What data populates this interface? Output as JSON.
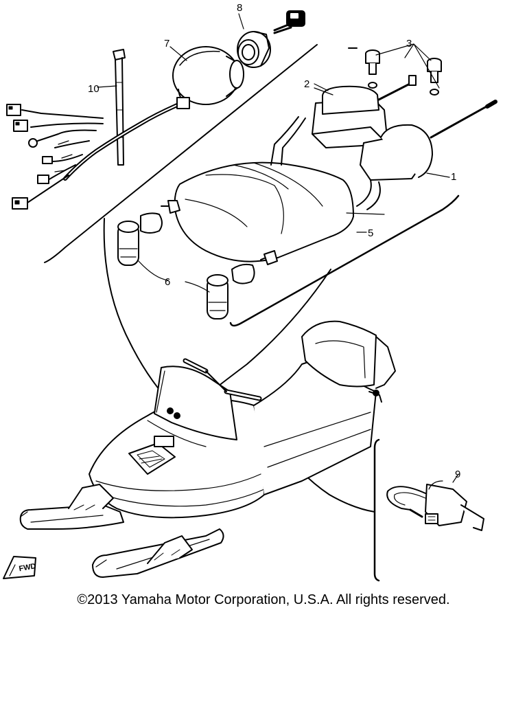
{
  "diagram": {
    "callouts": {
      "c1": "1",
      "c2": "2",
      "c3": "3",
      "c5": "5",
      "c6": "6",
      "c7": "7",
      "c8": "8",
      "c9": "9",
      "c10": "10"
    },
    "fwd_badge": "FWD"
  },
  "footer": {
    "copyright": "©2013 Yamaha Motor Corporation, U.S.A. All rights reserved."
  }
}
